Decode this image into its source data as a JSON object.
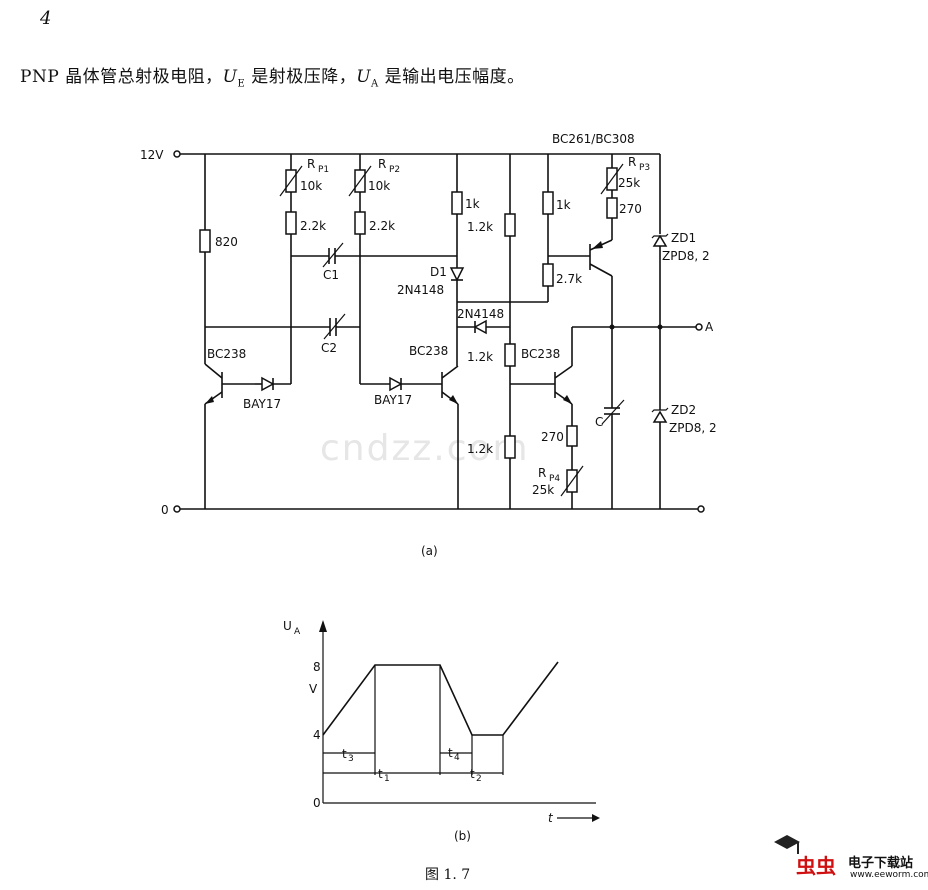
{
  "page_number": "4",
  "header": {
    "part1": "PNP 晶体管总射极电阻，",
    "ue_sym": "U",
    "ue_sub": "E",
    "part2": " 是射极压降，",
    "ua_sym": "U",
    "ua_sub": "A",
    "part3": " 是输出电压幅度。"
  },
  "watermark": "cndzz.com",
  "circuit": {
    "supply": "12V",
    "ground": "0",
    "output": "A",
    "rp1_name": "R",
    "rp1_sub": "P1",
    "rp1_value": "10k",
    "rp2_name": "R",
    "rp2_sub": "P2",
    "rp2_value": "10k",
    "rp3_name": "R",
    "rp3_sub": "P3",
    "rp3_value": "25k",
    "rp4_name": "R",
    "rp4_sub": "P4",
    "rp4_value": "25k",
    "r_820": "820",
    "r_22k_a": "2.2k",
    "r_22k_b": "2.2k",
    "r_1k_a": "1k",
    "r_1k_b": "1k",
    "r_12k_a": "1.2k",
    "r_12k_b": "1.2k",
    "r_12k_c": "1.2k",
    "r_27k": "2.7k",
    "r_270_a": "270",
    "r_270_b": "270",
    "c1": "C1",
    "c2": "C2",
    "c": "C",
    "d1": "D1",
    "d1_part": "2N4148",
    "d2_part": "2N4148",
    "bay17_a": "BAY17",
    "bay17_b": "BAY17",
    "t_bc238_a": "BC238",
    "t_bc238_b": "BC238",
    "t_bc238_c": "BC238",
    "t_pnp": "BC261/BC308",
    "zd1": "ZD1",
    "zd1_part": "ZPD8, 2",
    "zd2": "ZD2",
    "zd2_part": "ZPD8, 2",
    "caption": "(a)"
  },
  "waveform": {
    "y_axis_sym": "U",
    "y_axis_sub": "A",
    "y_unit": "V",
    "y_ticks": [
      "8",
      "4",
      "0"
    ],
    "x_axis_label": "t",
    "t3": "t",
    "t3_sub": "3",
    "t1": "t",
    "t1_sub": "1",
    "t4": "t",
    "t4_sub": "4",
    "t2": "t",
    "t2_sub": "2",
    "caption": "(b)"
  },
  "figure_caption": "图 1. 7",
  "logo": {
    "brand": "虫虫",
    "cn": "电子下载站",
    "url": "www.eeworm.com"
  }
}
